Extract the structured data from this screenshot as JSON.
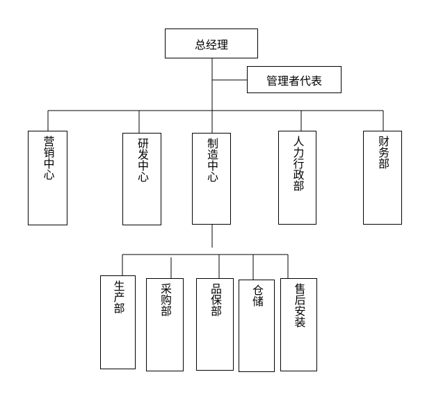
{
  "top": {
    "label": "总经理"
  },
  "representative": {
    "label": "管理者代表"
  },
  "centers": [
    {
      "label": "营销中心"
    },
    {
      "label": "研发中心"
    },
    {
      "label": "制造中心"
    },
    {
      "label": "人力行政部"
    },
    {
      "label": "财务部"
    }
  ],
  "manufacturing_units": [
    {
      "label": "生产部"
    },
    {
      "label": "采购部"
    },
    {
      "label": "品保部"
    },
    {
      "label": "仓储"
    },
    {
      "label": "售后安装"
    }
  ]
}
